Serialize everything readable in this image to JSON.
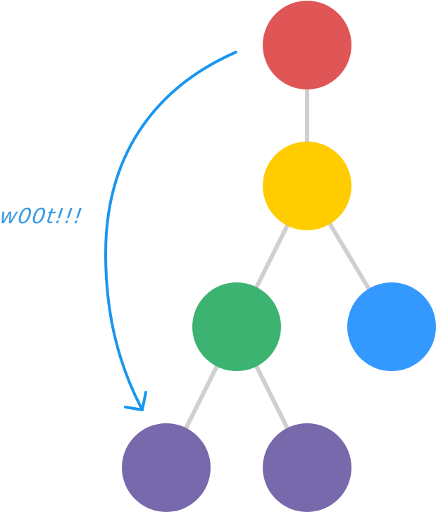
{
  "diagram": {
    "annotation": {
      "text": "w00t!!!"
    },
    "colors": {
      "edge": "#cfcfcf",
      "arrow": "#1a96f0",
      "annotation": "#3a9be6",
      "root": "#e05555",
      "level1": "#ffcc00",
      "level2_left": "#3db372",
      "level2_right": "#3399ff",
      "leaf": "#7869ad"
    },
    "nodes": [
      {
        "id": "root",
        "color_key": "root"
      },
      {
        "id": "child",
        "color_key": "level1",
        "parent": "root"
      },
      {
        "id": "grandchild-left",
        "color_key": "level2_left",
        "parent": "child"
      },
      {
        "id": "grandchild-right",
        "color_key": "level2_right",
        "parent": "child"
      },
      {
        "id": "leaf-left",
        "color_key": "leaf",
        "parent": "grandchild-left"
      },
      {
        "id": "leaf-right",
        "color_key": "leaf",
        "parent": "grandchild-left"
      }
    ]
  }
}
